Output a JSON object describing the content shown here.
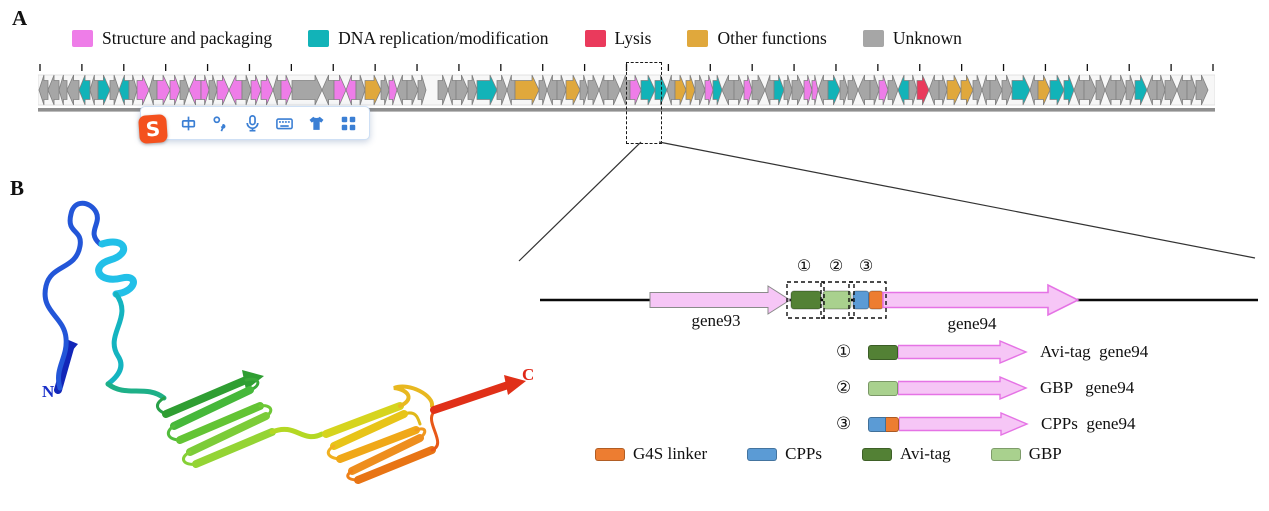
{
  "figure": {
    "panel_a_label": "A",
    "panel_b_label": "B"
  },
  "colors": {
    "structure": "#ee7de8",
    "dna": "#12b3b8",
    "lysis": "#ea3a5c",
    "other": "#e0a83c",
    "unknown": "#a6a6a6",
    "g4s": "#ed7d31",
    "cpps": "#5b9bd5",
    "avi": "#538135",
    "gbp": "#a9d18e",
    "gene94_fill": "#f6c6f6",
    "gene94_stroke": "#e573e5",
    "gene93_fill": "#ababab"
  },
  "panel_a": {
    "legend": [
      {
        "label": "Structure and packaging",
        "color_key": "structure"
      },
      {
        "label": "DNA replication/modification",
        "color_key": "dna"
      },
      {
        "label": "Lysis",
        "color_key": "lysis"
      },
      {
        "label": "Other functions",
        "color_key": "other"
      },
      {
        "label": "Unknown",
        "color_key": "unknown"
      }
    ],
    "genome": {
      "tick_count": 29,
      "genes": [
        "G:9:L",
        "G:11:L",
        "G:8:L",
        "G:12:L",
        "T:11:L",
        "G:8:L",
        "T:12",
        "G:9",
        "T:10:L",
        "G:8",
        "P:12",
        "G:8:L",
        "P:13",
        "P:10",
        "G:9",
        "P:12:L",
        "P:8",
        "G:8",
        "P:12",
        "P:13:L",
        "G:9",
        "P:10",
        "P:12",
        "G:8:L",
        "P:11",
        "G:30",
        "G:12:L",
        "P:12",
        "P:10:L",
        "G:9",
        "O:16",
        "G:8",
        "P:8",
        "G:10:L",
        "G:11",
        "G:8",
        "-:12",
        "G:10",
        "G:8:L",
        "G:12",
        "G:9",
        "T:20",
        "G:10",
        "G:8:L",
        "O:24",
        "G:8",
        "G:10:L",
        "G:9",
        "O:14",
        "G:8",
        "G:11",
        "G:9:L",
        "G:12",
        "G:10:L",
        "P:11",
        "T:14",
        "T:12",
        "G:8:L",
        "O:11",
        "O:9",
        "G:10",
        "P:8",
        "T:9",
        "G:12:L",
        "G:10",
        "P:8",
        "G:13",
        "G:9:L",
        "T:10",
        "G:8",
        "G:12",
        "P:8",
        "P:6",
        "G:10:L",
        "T:12",
        "G:8",
        "G:10",
        "G:12:L",
        "G:9",
        "P:9",
        "G:10",
        "T:11:L",
        "G:8",
        "R:12",
        "G:10:L",
        "G:8",
        "O:14",
        "O:12",
        "G:9",
        "G:8:L",
        "G:12",
        "G:10",
        "T:18",
        "G:8:L",
        "O:12",
        "T:14",
        "T:10",
        "G:10:L",
        "G:12",
        "G:9",
        "G:11:L",
        "G:10",
        "G:9",
        "T:12",
        "G:10:L",
        "G:8",
        "G:12",
        "G:10:L",
        "G:9",
        "G:12"
      ]
    }
  },
  "ime_toolbar": {
    "logo_letter": "S",
    "icons": [
      "sogou-logo",
      "chinese-input-icon",
      "punctuation-icon",
      "microphone-icon",
      "keyboard-icon",
      "skin-icon",
      "menu-grid-icon"
    ]
  },
  "panel_b": {
    "n_terminus": "N",
    "c_terminus": "C",
    "construct": {
      "gene93_label": "gene93",
      "gene94_label": "gene94",
      "markers": [
        "①",
        "②",
        "③"
      ],
      "rows": [
        {
          "marker": "①",
          "label": "Avi-tag  gene94"
        },
        {
          "marker": "②",
          "label": "GBP   gene94"
        },
        {
          "marker": "③",
          "label": "CPPs  gene94"
        }
      ],
      "legend": [
        {
          "label": "G4S linker",
          "color_key": "g4s"
        },
        {
          "label": "CPPs",
          "color_key": "cpps"
        },
        {
          "label": "Avi-tag",
          "color_key": "avi"
        },
        {
          "label": "GBP",
          "color_key": "gbp"
        }
      ]
    }
  }
}
